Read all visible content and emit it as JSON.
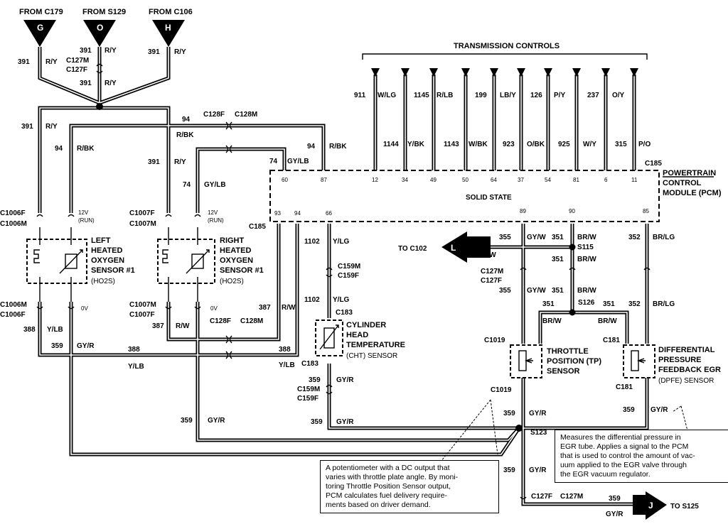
{
  "sources": [
    {
      "label": "FROM C179",
      "letter": "G"
    },
    {
      "label": "FROM S129",
      "letter": "O"
    },
    {
      "label": "FROM C106",
      "letter": "H"
    }
  ],
  "trans_controls_title": "TRANSMISSION CONTROLS",
  "trans_top": [
    {
      "num": "911",
      "color": "W/LG"
    },
    {
      "num": "1145",
      "color": "R/LB"
    },
    {
      "num": "199",
      "color": "LB/Y"
    },
    {
      "num": "126",
      "color": "P/Y"
    },
    {
      "num": "237",
      "color": "O/Y"
    }
  ],
  "trans_bottom": [
    {
      "num": "1144",
      "color": "Y/BK"
    },
    {
      "num": "1143",
      "color": "W/BK"
    },
    {
      "num": "923",
      "color": "O/BK"
    },
    {
      "num": "925",
      "color": "W/Y"
    },
    {
      "num": "315",
      "color": "P/O"
    }
  ],
  "pcm": {
    "title_1": "POWERTRAIN",
    "title_2": "CONTROL",
    "title_3": "MODULE (PCM)",
    "connector": "C185",
    "state": "SOLID STATE",
    "pins_top": [
      "60",
      "87",
      "12",
      "34",
      "49",
      "50",
      "64",
      "37",
      "54",
      "81",
      "6",
      "11"
    ],
    "pins_bottom": [
      "93",
      "94",
      "66",
      "89",
      "90",
      "85"
    ]
  },
  "wires": {
    "w391": "391",
    "ry": "R/Y",
    "w94": "94",
    "rbk": "R/BK",
    "w74": "74",
    "gylb": "GY/LB",
    "w388": "388",
    "ylb": "Y/LB",
    "w387": "387",
    "rw": "R/W",
    "w359": "359",
    "gyr": "GY/R",
    "w1102": "1102",
    "ylg": "Y/LG",
    "w355": "355",
    "gyw": "GY/W",
    "w351": "351",
    "brw": "BR/W",
    "w352": "352",
    "brlg": "BR/LG"
  },
  "connectors": {
    "c127m": "C127M",
    "c127f": "C127F",
    "c128f": "C128F",
    "c128m": "C128M",
    "c1006f": "C1006F",
    "c1006m": "C1006M",
    "c1007f": "C1007F",
    "c1007m": "C1007M",
    "c185": "C185",
    "c159m": "C159M",
    "c159f": "C159F",
    "c183": "C183",
    "c1019": "C1019",
    "c181": "C181",
    "s115": "S115",
    "s126": "S126",
    "s123": "S123"
  },
  "pin_notes": {
    "v12": "12V",
    "run": "(RUN)",
    "v0": "0V"
  },
  "components": {
    "left_ho2s": {
      "l1": "LEFT",
      "l2": "HEATED",
      "l3": "OXYGEN",
      "l4": "SENSOR #1",
      "l5": "(HO2S)"
    },
    "right_ho2s": {
      "l1": "RIGHT",
      "l2": "HEATED",
      "l3": "OXYGEN",
      "l4": "SENSOR #1",
      "l5": "(HO2S)"
    },
    "cht": {
      "l1": "CYLINDER",
      "l2": "HEAD",
      "l3": "TEMPERATURE",
      "l4": "(CHT) SENSOR"
    },
    "tp": {
      "l1": "THROTTLE",
      "l2": "POSITION (TP)",
      "l3": "SENSOR"
    },
    "dpfe": {
      "l1": "DIFFERENTIAL",
      "l2": "PRESSURE",
      "l3": "FEEDBACK EGR",
      "l4": "(DPFE) SENSOR"
    }
  },
  "destinations": [
    {
      "label": "TO C102",
      "letter": "L"
    },
    {
      "label": "TO S125",
      "letter": "J"
    }
  ],
  "notes": {
    "tp": [
      "A potentiometer with a DC output that",
      "varies with throttle plate angle. By moni-",
      "toring Throttle Position Sensor output,",
      "PCM calculates fuel delivery require-",
      "ments based on driver demand."
    ],
    "dpfe": [
      "Measures the differential pressure in",
      "EGR tube. Applies a signal to the PCM",
      "that is used to control the amount of vac-",
      "uum applied to the EGR valve through",
      "the EGR vacuum regulator."
    ]
  }
}
